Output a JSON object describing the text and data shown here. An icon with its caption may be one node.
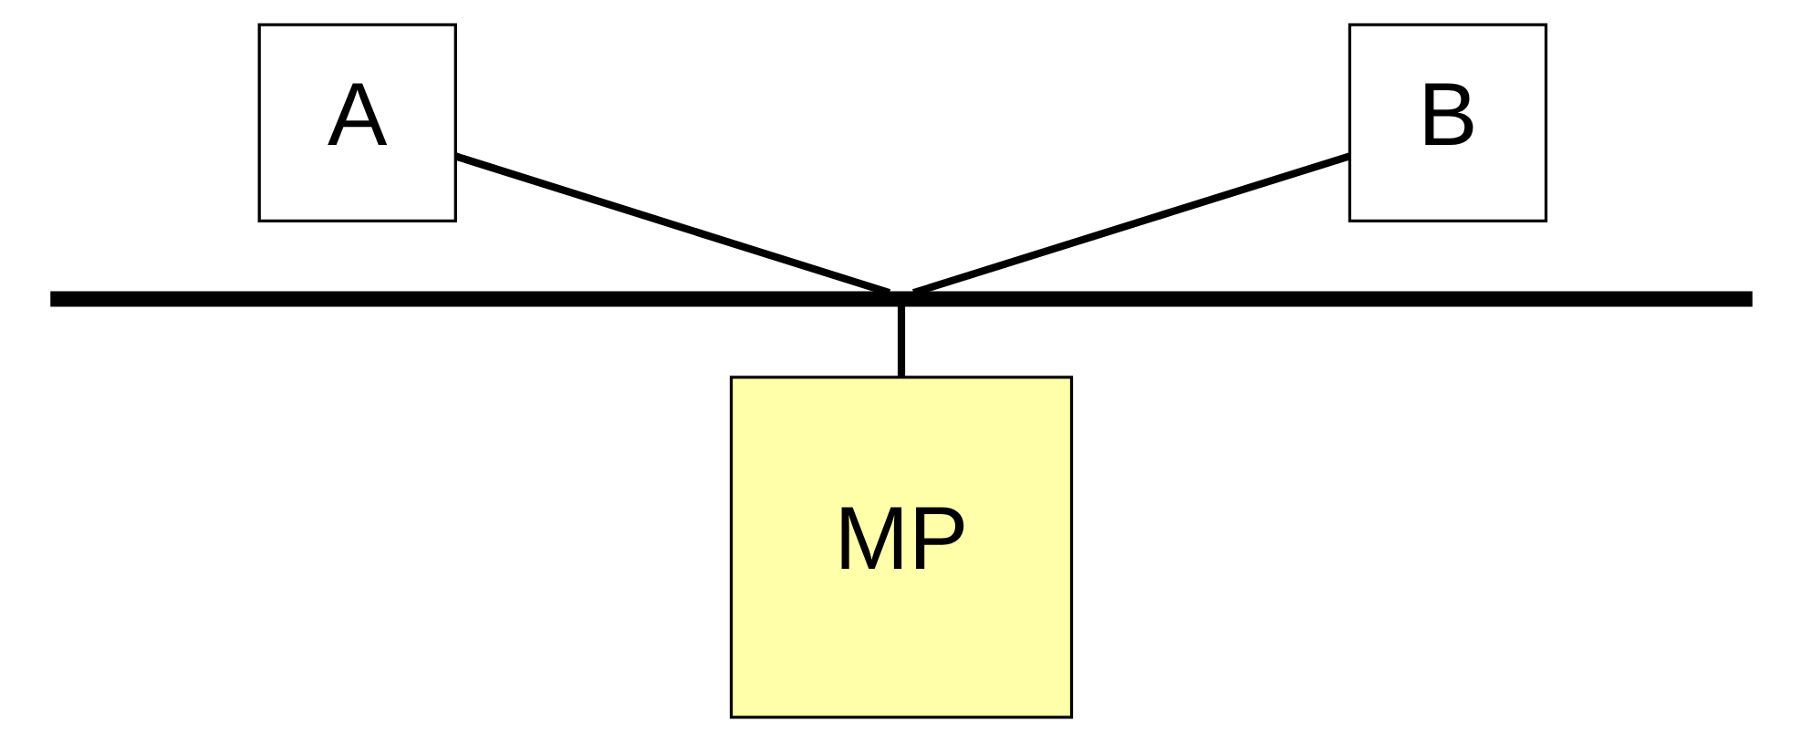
{
  "diagram": {
    "nodes": [
      {
        "text": [
          "A"
        ]
      },
      {
        "text": [
          "B"
        ]
      },
      {
        "text": [],
        "shape": "bar"
      },
      {
        "text": [
          "MP"
        ]
      }
    ],
    "edges": [
      {
        "from": 0,
        "to": 2,
        "arrow": "none"
      },
      {
        "from": 1,
        "to": 2,
        "arrow": "none"
      },
      {
        "from": 2,
        "to": 3,
        "arrow": "none"
      }
    ]
  }
}
